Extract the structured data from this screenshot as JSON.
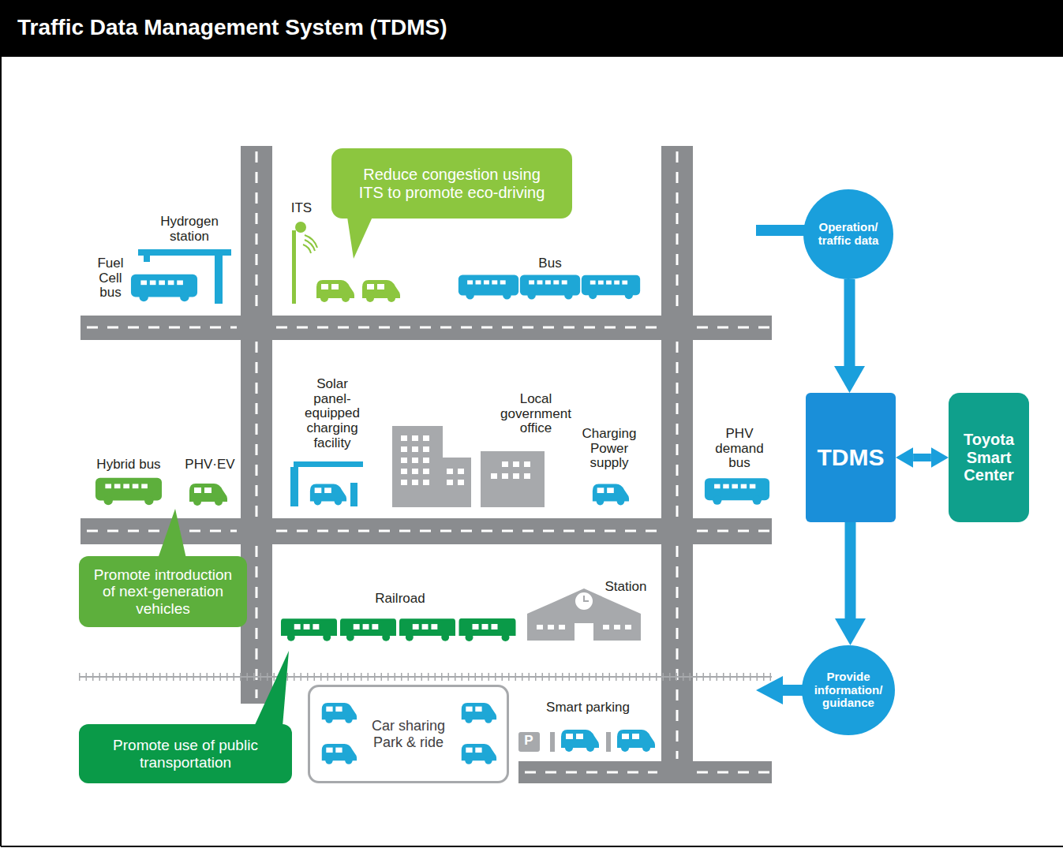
{
  "diagram": {
    "title": "Traffic Data Management System (TDMS)",
    "nodes": [
      {
        "text": [
          "Reduce congestion using ITS to promote eco-driving"
        ]
      },
      {
        "text": [
          "Operation/ traffic data"
        ]
      },
      {
        "text": [
          "TDMS"
        ]
      },
      {
        "text": [
          "Toyota Smart Center"
        ]
      },
      {
        "text": [
          "Promote introduction of next-generation vehicles"
        ]
      },
      {
        "text": [
          "Provide information/ guidance"
        ]
      },
      {
        "text": [
          "Promote use of public transportation"
        ]
      },
      {
        "text": [
          "Car sharing",
          "Park & ride"
        ]
      }
    ],
    "edges": [
      {
        "from": 1,
        "to": 2,
        "arrow": "to"
      },
      {
        "from": 2,
        "to": 3,
        "arrow": "both"
      },
      {
        "from": 2,
        "to": 5,
        "arrow": "to"
      }
    ],
    "labels": [
      "Hydrogen station",
      "ITS",
      "Fuel Cell bus",
      "Bus",
      "Solar panel-equipped charging facility",
      "Local government office",
      "Charging Power supply",
      "PHV demand bus",
      "Hybrid bus",
      "PHV·EV",
      "Railroad",
      "Station",
      "Smart parking",
      "P"
    ]
  }
}
